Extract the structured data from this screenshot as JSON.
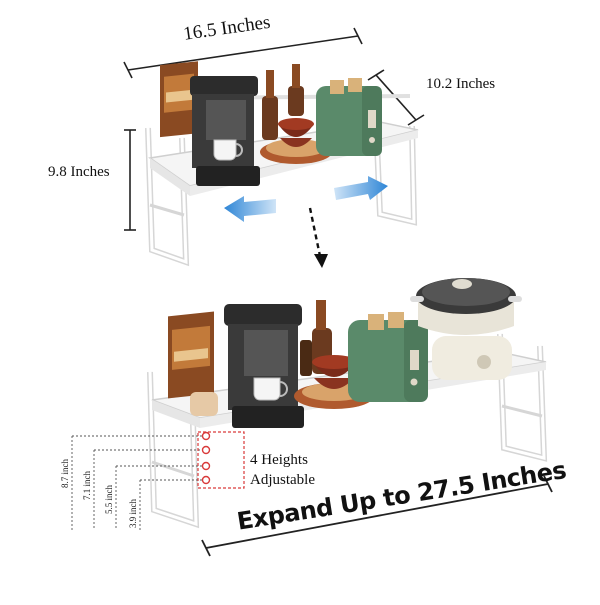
{
  "dimensions": {
    "width": "16.5 Inches",
    "depth": "10.2 Inches",
    "height": "9.8 Inches"
  },
  "heights": {
    "title_line1": "4 Heights",
    "title_line2": "Adjustable",
    "levels": [
      "8.7 inch",
      "7.1 inch",
      "5.5 inch",
      "3.9 inch"
    ]
  },
  "expand_text": "Expand Up to 27.5 Inches",
  "colors": {
    "shelf": "#f4f4f4",
    "frame": "#ffffff",
    "frame_edge": "#c9c9c9",
    "arrow_blue": "#3b8fd9",
    "accent_red": "#d93a3a",
    "toaster_green": "#5a8a6a",
    "coffee_maker": "#2f2f2f",
    "pot": "#e8e4d8",
    "cereal_box": "#8a4a22"
  }
}
